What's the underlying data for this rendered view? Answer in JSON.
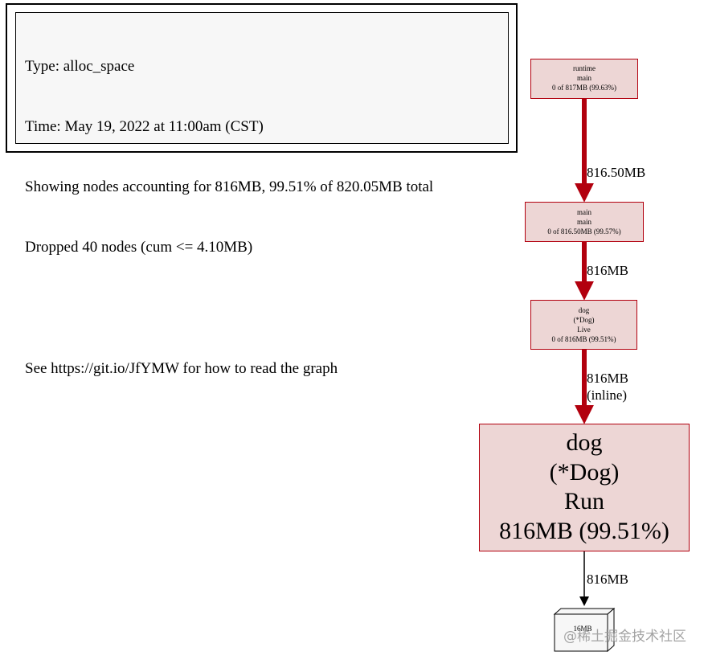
{
  "legend": {
    "type": "Type: alloc_space",
    "time": "Time: May 19, 2022 at 11:00am (CST)",
    "showing": "Showing nodes accounting for 816MB, 99.51% of 820.05MB total",
    "dropped": "Dropped 40 nodes (cum <= 4.10MB)",
    "help": "See https://git.io/JfYMW for how to read the graph"
  },
  "nodes": {
    "runtime_main": {
      "pkg": "runtime",
      "func": "main",
      "stat": "0 of 817MB (99.63%)"
    },
    "main_main": {
      "pkg": "main",
      "func": "main",
      "stat": "0 of 816.50MB (99.57%)"
    },
    "dog_live": {
      "pkg": "dog",
      "recv": "(*Dog)",
      "func": "Live",
      "stat": "0 of 816MB (99.51%)"
    },
    "dog_run": {
      "pkg": "dog",
      "recv": "(*Dog)",
      "func": "Run",
      "stat": "816MB (99.51%)"
    },
    "alloc_block": {
      "size": "16MB"
    }
  },
  "edges": {
    "runtime_to_main": {
      "label": "816.50MB"
    },
    "main_to_live": {
      "label": "816MB"
    },
    "live_to_run": {
      "label": "816MB",
      "label2": "(inline)"
    },
    "run_to_block": {
      "label": "816MB"
    }
  },
  "colors": {
    "hot": "#b2000e",
    "node_fill": "#edd6d5",
    "legend_fill": "#f7f7f7"
  },
  "watermark": "@稀土掘金技术社区"
}
